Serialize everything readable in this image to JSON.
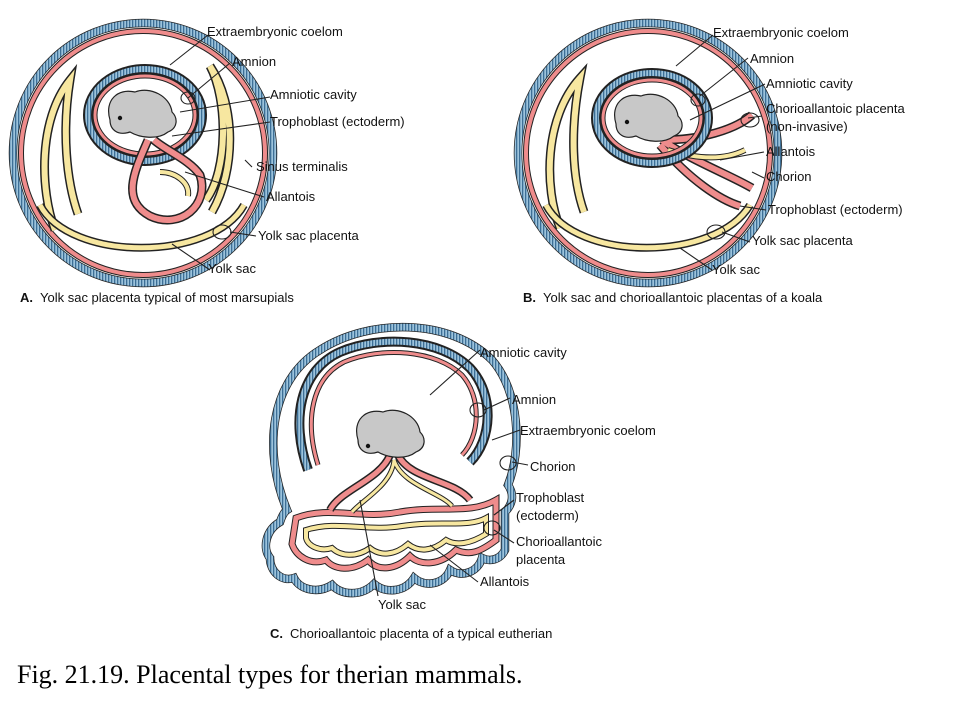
{
  "panels": [
    {
      "letter": "A.",
      "caption": "Yolk sac placenta typical of most marsupials",
      "labels": [
        "Extraembryonic coelom",
        "Amnion",
        "Amniotic cavity",
        "Trophoblast (ectoderm)",
        "Sinus terminalis",
        "Allantois",
        "Yolk sac placenta",
        "Yolk sac"
      ]
    },
    {
      "letter": "B.",
      "caption": "Yolk sac and chorioallantoic placentas of a koala",
      "labels": [
        "Extraembryonic coelom",
        "Amnion",
        "Amniotic cavity",
        "Chorioallantoic placenta",
        "(non-invasive)",
        "Allantois",
        "Chorion",
        "Trophoblast (ectoderm)",
        "Yolk sac placenta",
        "Yolk sac"
      ]
    },
    {
      "letter": "C.",
      "caption": "Chorioallantoic placenta of a typical eutherian",
      "labels": [
        "Amniotic cavity",
        "Amnion",
        "Extraembryonic coelom",
        "Chorion",
        "Trophoblast",
        "(ectoderm)",
        "Chorioallantoic",
        "placenta",
        "Allantois",
        "Yolk sac"
      ]
    }
  ],
  "figure_caption": "Fig. 21.19. Placental types for therian mammals.",
  "colors": {
    "trophoblast_blue": "#3d6f96",
    "tissue_pink": "#ef8c8c",
    "tissue_yellow": "#f7e7a0",
    "embryo_gray": "#c8c8c8",
    "outline": "#222222"
  }
}
